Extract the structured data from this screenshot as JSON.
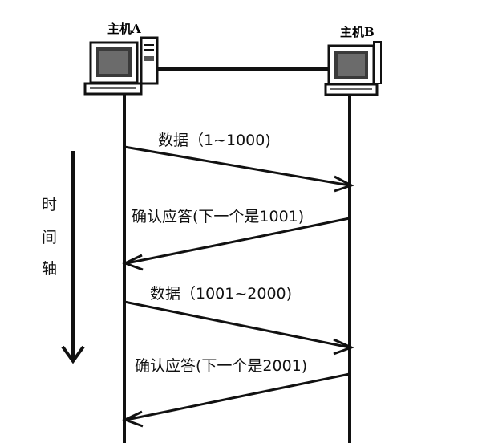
{
  "hosts": {
    "a": {
      "label": "主机A"
    },
    "b": {
      "label": "主机B"
    }
  },
  "time_axis": {
    "chars": [
      "时",
      "间",
      "轴"
    ]
  },
  "messages": [
    {
      "id": "data-1",
      "text": "数据（1~1000)",
      "direction": "A→B"
    },
    {
      "id": "ack-1",
      "text": "确认应答(下一个是1001)",
      "direction": "B→A"
    },
    {
      "id": "data-2",
      "text": "数据（1001~2000)",
      "direction": "A→B"
    },
    {
      "id": "ack-2",
      "text": "确认应答(下一个是2001)",
      "direction": "B→A"
    }
  ]
}
